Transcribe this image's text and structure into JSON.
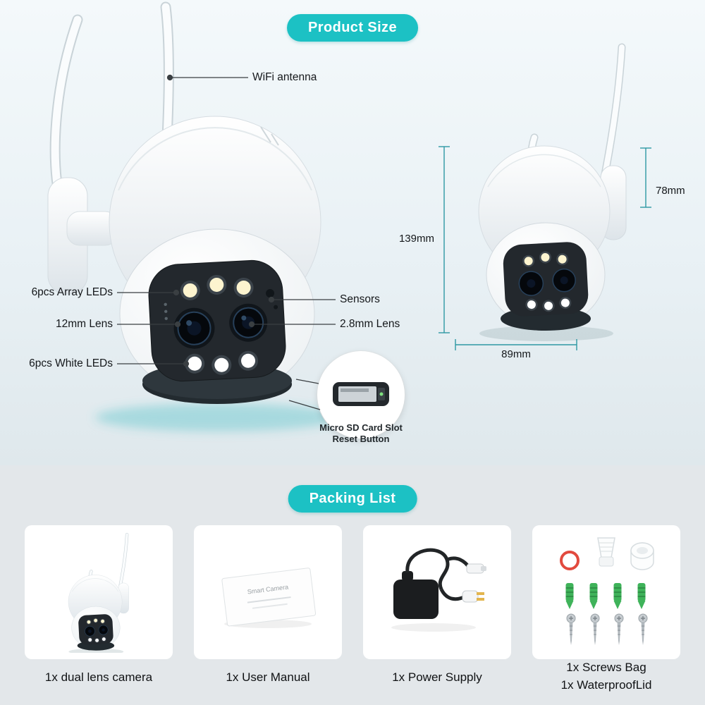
{
  "page": {
    "accent_color": "#1cc1c4",
    "background_top": "#eef5f8",
    "background_bottom": "#e3e7ea"
  },
  "product_size": {
    "badge": "Product Size",
    "callouts": {
      "wifi_antenna": "WiFi antenna",
      "array_leds": "6pcs Array LEDs",
      "lens_12mm": "12mm Lens",
      "white_leds": "6pcs White LEDs",
      "sensors": "Sensors",
      "lens_28mm": "2.8mm Lens"
    },
    "sd_inset": {
      "line1": "Micro SD Card Slot",
      "line2": "Reset Button"
    },
    "dimensions": {
      "body_height": "139mm",
      "antenna_length": "78mm",
      "body_width": "89mm"
    }
  },
  "packing_list": {
    "badge": "Packing List",
    "manual_sheet_text": "Smart Camera",
    "items": [
      {
        "label": "1x dual lens camera"
      },
      {
        "label": "1x User Manual"
      },
      {
        "label": "1x Power Supply"
      },
      {
        "label": "1x Screws Bag",
        "label2": "1x WaterproofLid"
      }
    ]
  }
}
